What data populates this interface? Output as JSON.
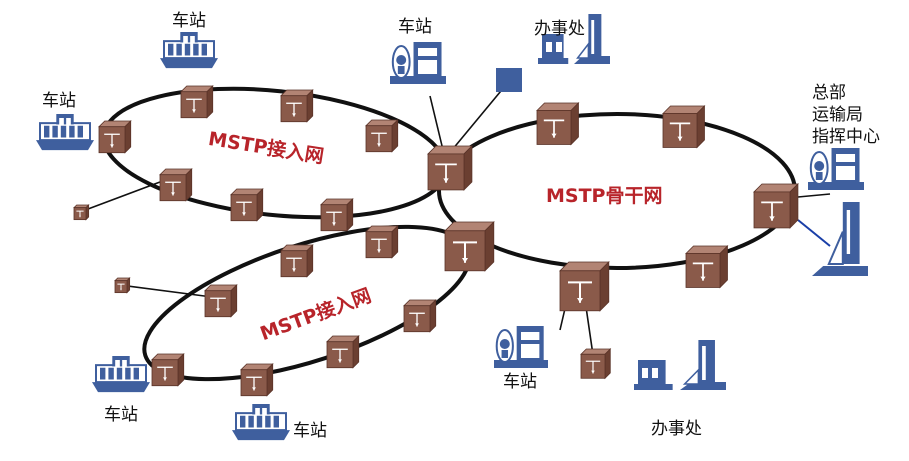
{
  "rings": {
    "access_top": "MSTP接入网",
    "backbone": "MSTP骨干网",
    "access_bottom": "MSTP接入网"
  },
  "labels": {
    "station_top_left": "车站",
    "station_left": "车站",
    "station_top_center": "车站",
    "office_top": "办事处",
    "hq": "总部\n运输局\n指挥中心",
    "station_bottom_center": "车站",
    "station_bottom_left": "车站",
    "station_bottom": "车站",
    "office_bottom": "办事处"
  },
  "colors": {
    "node_brown": "#8a5a4a",
    "icon_blue": "#3f5f9e",
    "ring_label_red": "#b8242a",
    "ring_black": "#111111"
  },
  "icons": {
    "train": "train-station-icon",
    "locomotive": "locomotive-building-icon",
    "office": "office-building-icon",
    "node": "mstp-node-icon"
  }
}
